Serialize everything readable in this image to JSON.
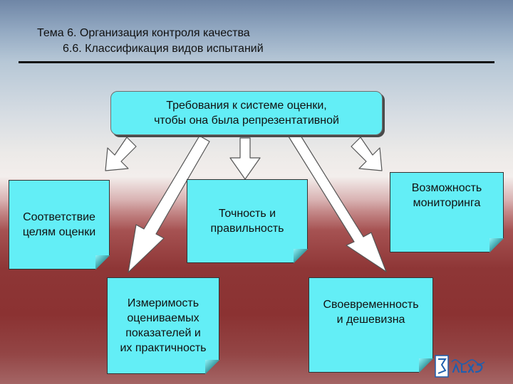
{
  "header": {
    "topic": "Тема 6. Организация контроля качества",
    "subtopic": "6.6. Классификация видов испытаний"
  },
  "root": {
    "label": "Требования к системе оценки,\nчтобы она была репрезентативной"
  },
  "requirements": [
    "Соответствие\nцелям оценки",
    "Точность и\nправильность",
    "Возможность\nмониторинга",
    "Измеримость\nоцениваемых\nпоказателей и\nих практичность",
    "Своевременность\nи дешевизна"
  ],
  "colors": {
    "box_fill": "#63eef6",
    "arrow_fill": "#ffffff"
  }
}
